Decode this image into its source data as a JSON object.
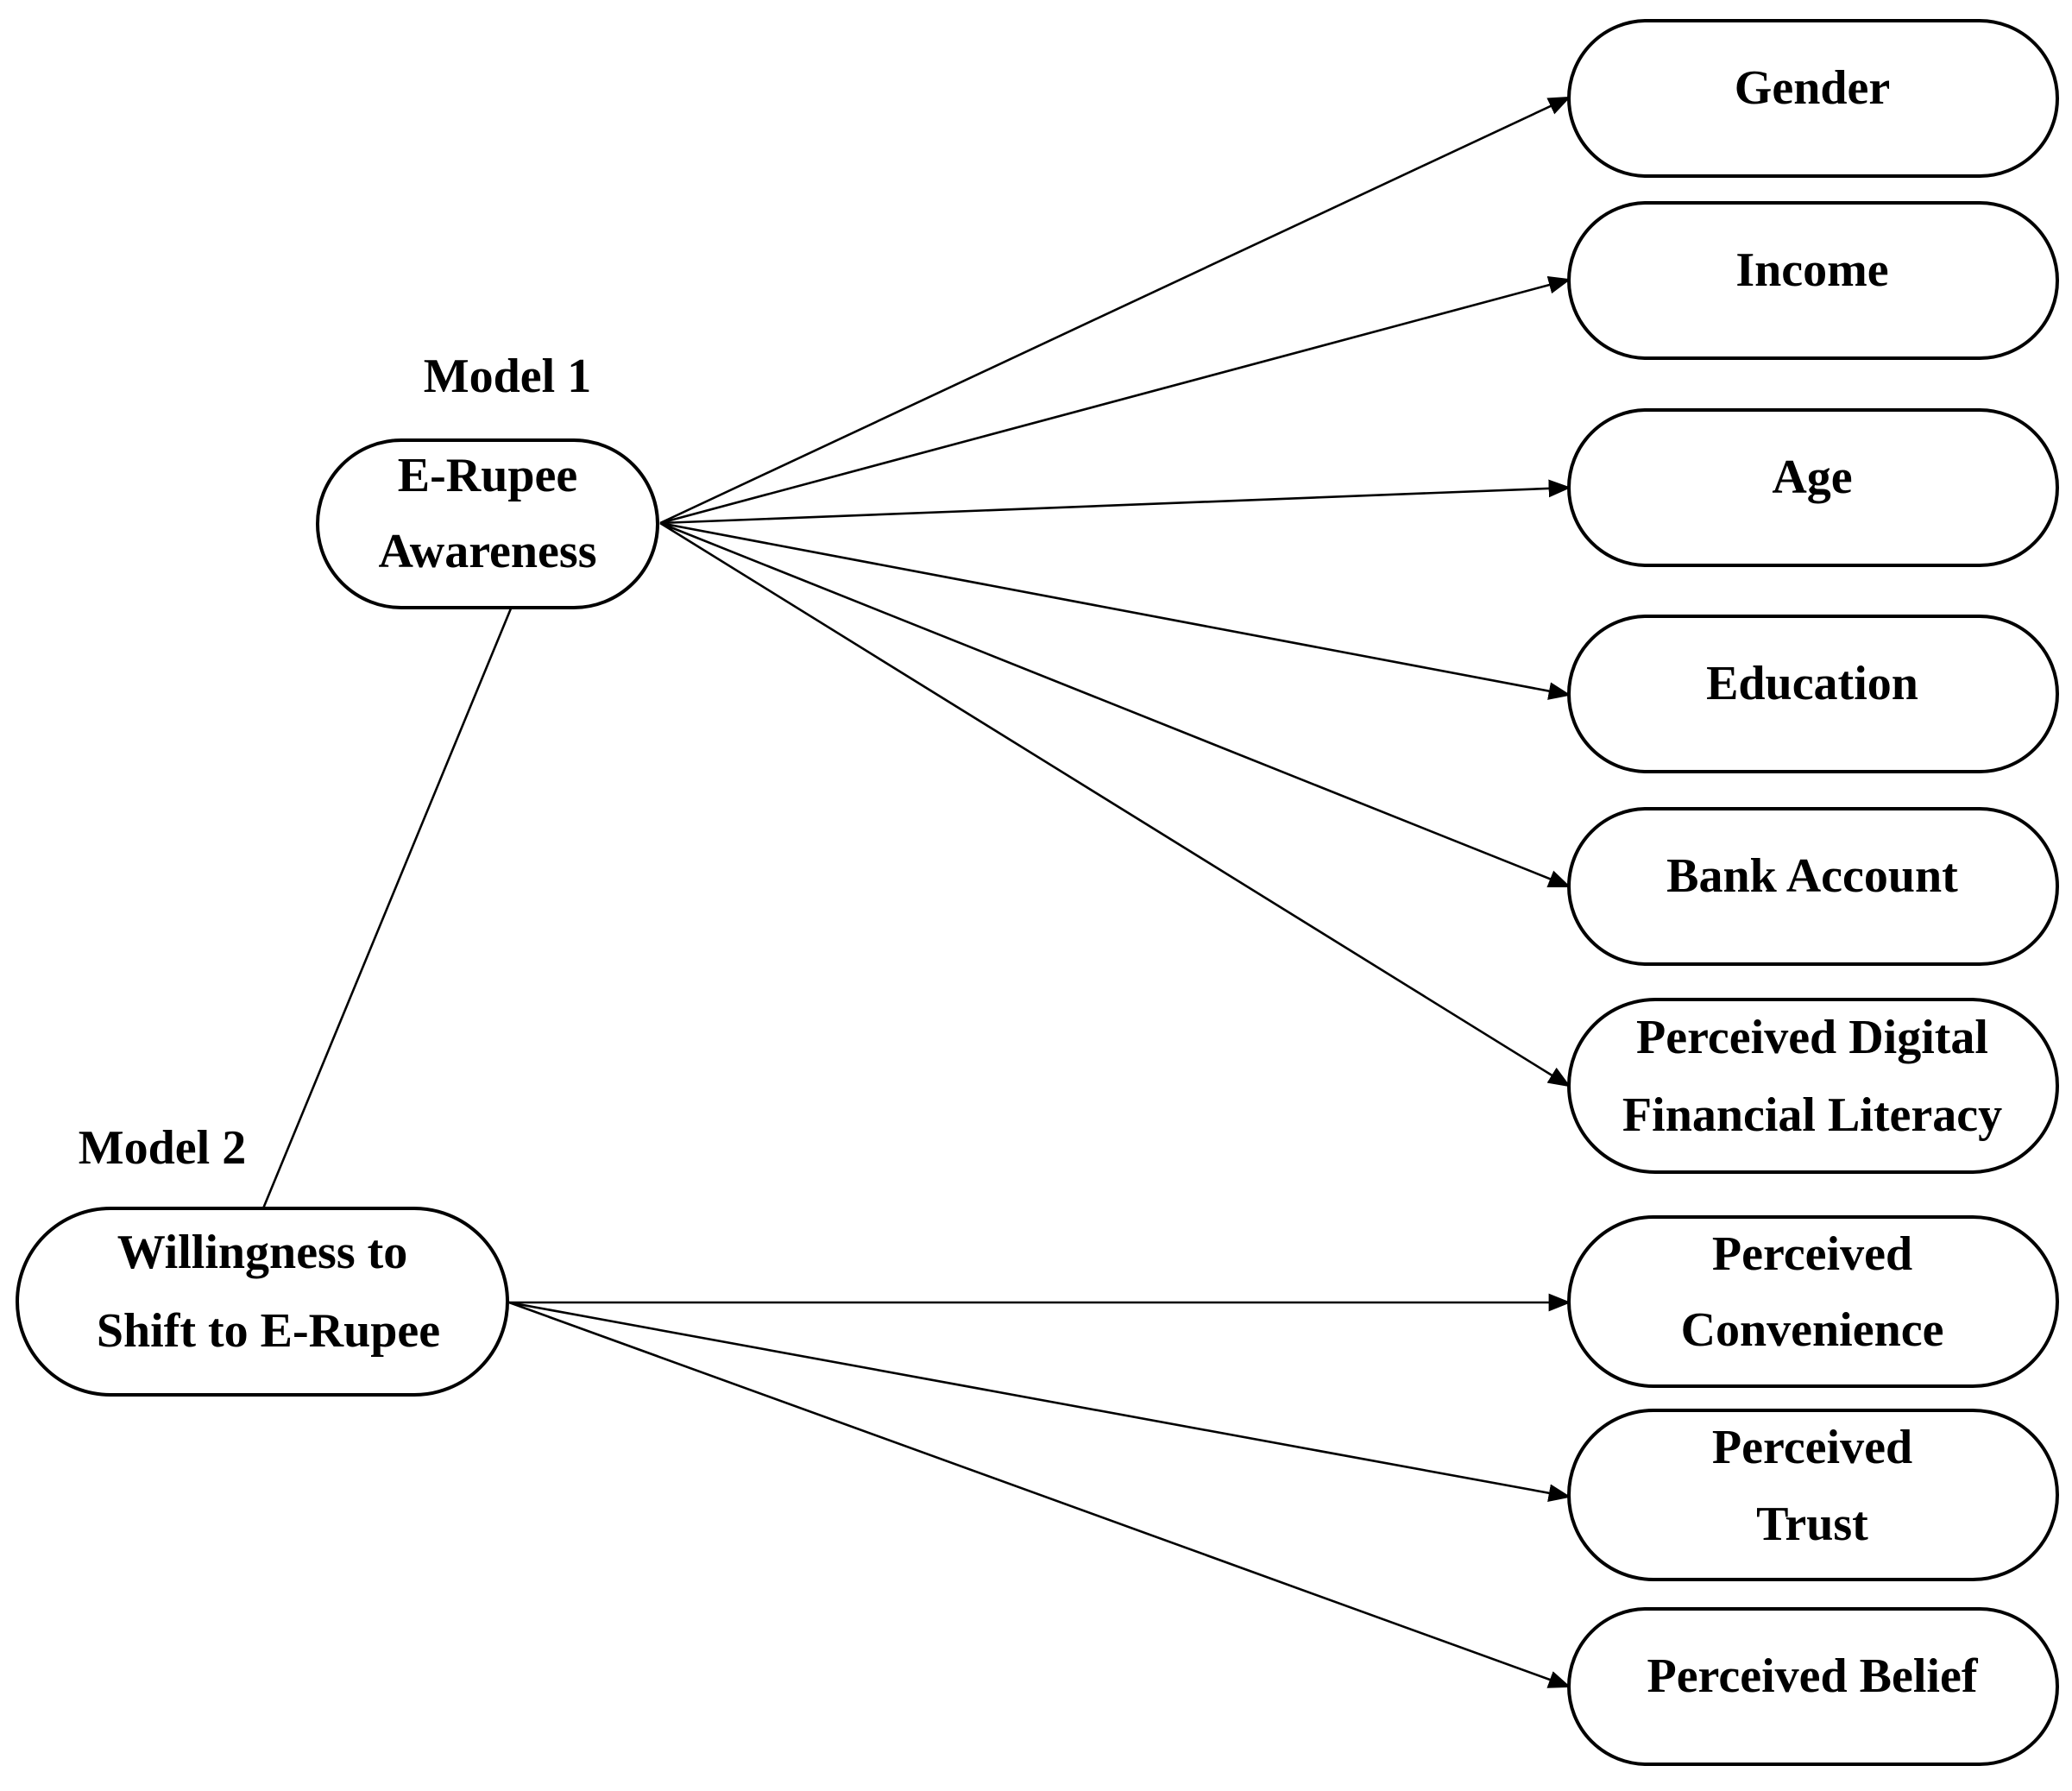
{
  "models": [
    {
      "id": "model1",
      "heading": "Model 1",
      "source": {
        "lines": [
          "E-Rupee",
          "Awareness"
        ]
      },
      "targets": [
        {
          "lines": [
            "Gender"
          ]
        },
        {
          "lines": [
            "Income"
          ]
        },
        {
          "lines": [
            "Age"
          ]
        },
        {
          "lines": [
            "Education"
          ]
        },
        {
          "lines": [
            "Bank Account"
          ]
        },
        {
          "lines": [
            "Perceived Digital",
            "Financial Literacy"
          ]
        }
      ]
    },
    {
      "id": "model2",
      "heading": "Model 2",
      "source": {
        "lines": [
          "Willingness to",
          "Shift to E-Rupee"
        ]
      },
      "targets": [
        {
          "lines": [
            "Perceived",
            "Convenience"
          ]
        },
        {
          "lines": [
            "Perceived",
            "Trust"
          ]
        },
        {
          "lines": [
            "Perceived Belief"
          ]
        }
      ]
    }
  ],
  "connection": {
    "from": "model2",
    "to": "model1",
    "arrow": false
  }
}
